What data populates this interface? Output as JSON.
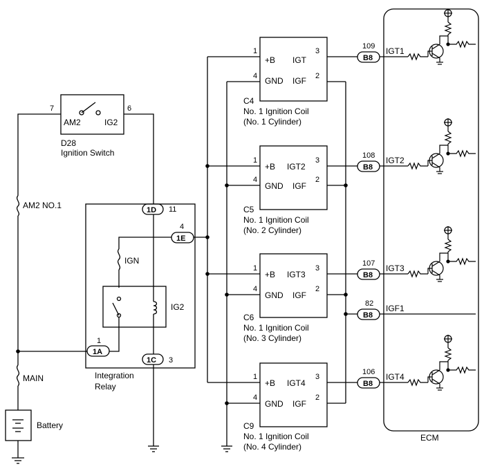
{
  "ignition_switch": {
    "id": "D28",
    "name": "Ignition Switch",
    "terminal_left": "AM2",
    "terminal_right": "IG2",
    "pin_left": "7",
    "pin_right": "6"
  },
  "fuses": {
    "am2": "AM2 NO.1",
    "main": "MAIN",
    "ign": "IGN"
  },
  "battery": {
    "label": "Battery"
  },
  "integration_relay": {
    "name_line1": "Integration",
    "name_line2": "Relay",
    "relay_label": "IG2",
    "connectors": [
      {
        "code": "1D",
        "pin": "11"
      },
      {
        "code": "1E",
        "pin": "4"
      },
      {
        "code": "1A",
        "pin": "1"
      },
      {
        "code": "1C",
        "pin": "3"
      }
    ]
  },
  "coils": [
    {
      "id": "C4",
      "name": "No. 1 Ignition Coil",
      "cyl": "(No. 1 Cylinder)",
      "plus_b": "+B",
      "gnd": "GND",
      "igt": "IGT",
      "igf": "IGF",
      "p1": "1",
      "p2": "2",
      "p3": "3",
      "p4": "4"
    },
    {
      "id": "C5",
      "name": "No. 1 Ignition Coil",
      "cyl": "(No. 2 Cylinder)",
      "plus_b": "+B",
      "gnd": "GND",
      "igt": "IGT2",
      "igf": "IGF",
      "p1": "1",
      "p2": "2",
      "p3": "3",
      "p4": "4"
    },
    {
      "id": "C6",
      "name": "No. 1 Ignition Coil",
      "cyl": "(No. 3 Cylinder)",
      "plus_b": "+B",
      "gnd": "GND",
      "igt": "IGT3",
      "igf": "IGF",
      "p1": "1",
      "p2": "2",
      "p3": "3",
      "p4": "4"
    },
    {
      "id": "C9",
      "name": "No. 1 Ignition Coil",
      "cyl": "(No. 4 Cylinder)",
      "plus_b": "+B",
      "gnd": "GND",
      "igt": "IGT4",
      "igf": "IGF",
      "p1": "1",
      "p2": "2",
      "p3": "3",
      "p4": "4"
    }
  ],
  "ecm": {
    "label": "ECM",
    "pins": [
      {
        "conn": "B8",
        "num": "109",
        "signal": "IGT1"
      },
      {
        "conn": "B8",
        "num": "108",
        "signal": "IGT2"
      },
      {
        "conn": "B8",
        "num": "107",
        "signal": "IGT3"
      },
      {
        "conn": "B8",
        "num": "82",
        "signal": "IGF1"
      },
      {
        "conn": "B8",
        "num": "106",
        "signal": "IGT4"
      }
    ]
  }
}
